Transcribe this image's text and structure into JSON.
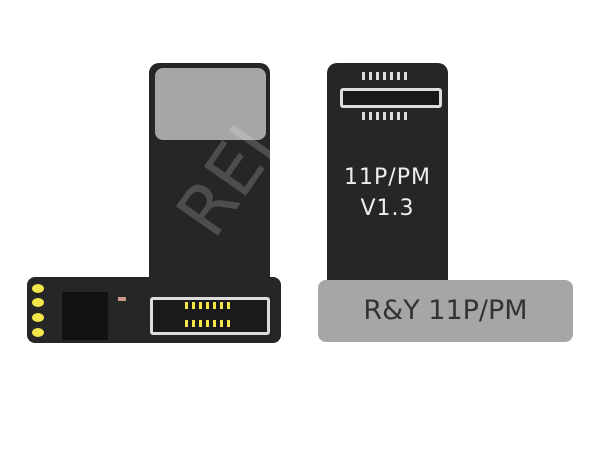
{
  "right_board": {
    "model_text": "11P/PM",
    "version_text": "V1.3",
    "label_text": "R&Y 11P/PM"
  },
  "watermark": "REI",
  "colors": {
    "pcb": "#262626",
    "pad": "#f2e64a",
    "label": "#a6a6a6"
  }
}
